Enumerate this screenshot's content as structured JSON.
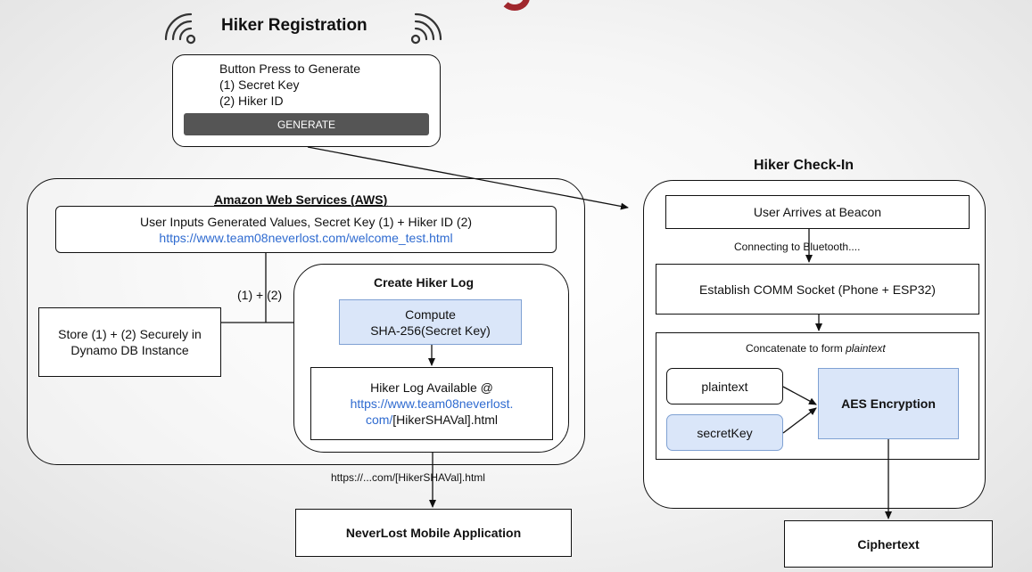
{
  "registration": {
    "title": "Hiker Registration",
    "card": {
      "line1": "Button Press to Generate",
      "line2": "(1) Secret Key",
      "line3": "(2) Hiker ID",
      "button": "GENERATE"
    }
  },
  "aws": {
    "title": "Amazon Web Services (AWS)",
    "inputs_line1": "User Inputs Generated Values, Secret Key (1) + Hiker ID (2)",
    "inputs_url": "https://www.team08neverlost.com/welcome_test.html",
    "flow_label": "(1) + (2)",
    "store_line1": "Store (1) + (2) Securely in",
    "store_line2": "Dynamo DB Instance",
    "hiker_log": {
      "title": "Create Hiker Log",
      "compute_line1": "Compute",
      "compute_line2": "SHA-256(Secret Key)",
      "available_line1": "Hiker Log Available @",
      "available_url1": "https://www.team08neverlost.",
      "available_url2": "com/",
      "available_suffix": "[HikerSHAVal].html"
    },
    "output_url": "https://...com/[HikerSHAVal].html"
  },
  "mobile_app": {
    "label": "NeverLost Mobile Application"
  },
  "checkin": {
    "title": "Hiker Check-In",
    "arrives": "User Arrives at Beacon",
    "connecting": "Connecting to Bluetooth....",
    "socket": "Establish COMM Socket (Phone + ESP32)",
    "concat_prefix": "Concatenate to form ",
    "concat_italic": "plaintext",
    "plaintext": "plaintext",
    "secretkey": "secretKey",
    "aes": "AES Encryption",
    "ciphertext": "Ciphertext"
  },
  "colors": {
    "accent_blue": "#dae6f9",
    "link_blue": "#2f6bd0",
    "button_gray": "#555555"
  },
  "icons": [
    "wifi-signal-left-icon",
    "wifi-signal-right-icon"
  ]
}
